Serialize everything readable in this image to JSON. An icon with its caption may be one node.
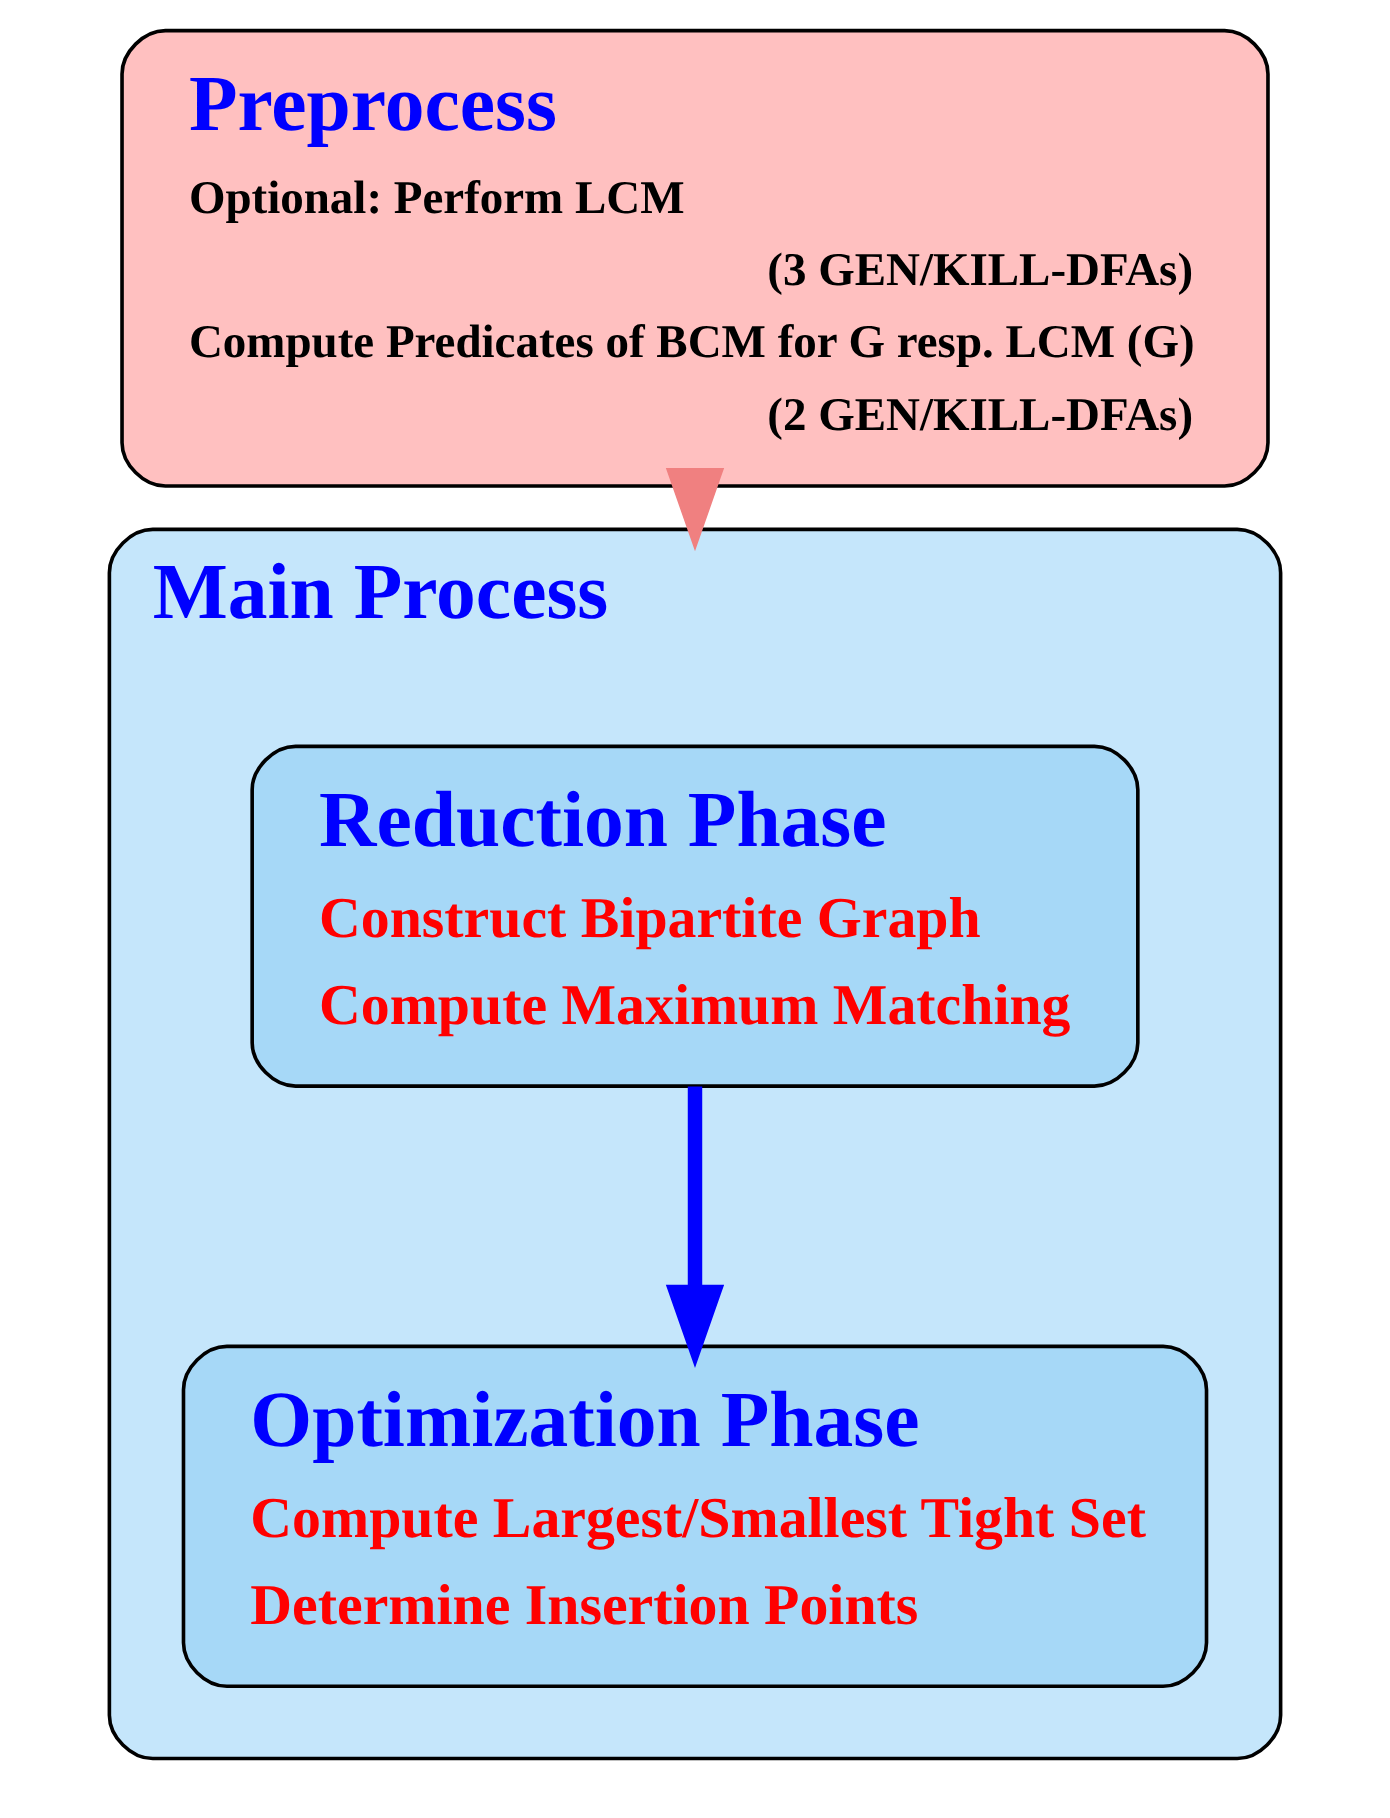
{
  "diagram": {
    "nodes": [
      {
        "text": [
          "Preprocess",
          "Optional: Perform LCM",
          "(3 GEN/KILL-DFAs)",
          "Compute Predicates of BCM for G resp. LCM (G)",
          "(2 GEN/KILL-DFAs)"
        ]
      },
      {
        "text": [
          "Main Process"
        ]
      },
      {
        "text": [
          "Reduction Phase",
          "Construct Bipartite Graph",
          "Compute Maximum Matching"
        ],
        "in": 1
      },
      {
        "text": [
          "Optimization Phase",
          "Compute Largest/Smallest Tight Set",
          "Determine Insertion Points"
        ],
        "in": 1
      }
    ],
    "edges": [
      {
        "from": 0,
        "to": 1,
        "arrow": "to",
        "color": "#f08080"
      },
      {
        "from": 2,
        "to": 3,
        "arrow": "to",
        "color": "#0000ff"
      }
    ]
  }
}
